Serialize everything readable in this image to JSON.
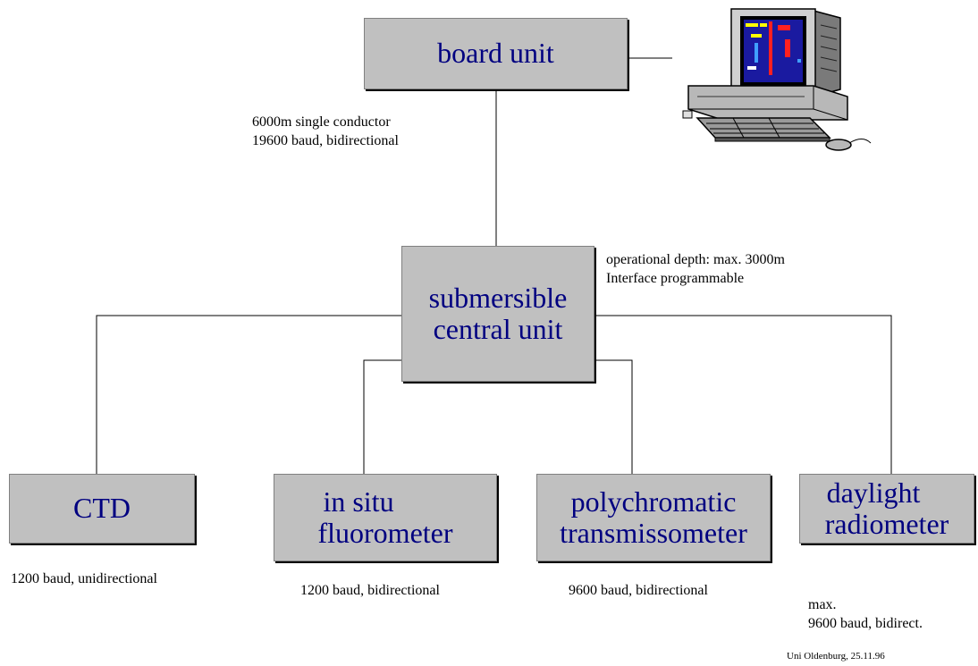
{
  "units": {
    "board": "board unit",
    "central": [
      "submersible",
      "central unit"
    ],
    "ctd": [
      "CTD"
    ],
    "fluorometer": [
      "in situ",
      "fluorometer"
    ],
    "transmissometer": [
      "polychromatic",
      "transmissometer"
    ],
    "radiometer": [
      "daylight",
      "radiometer"
    ]
  },
  "notes": {
    "cable": [
      "6000m single conductor",
      "19600 baud, bidirectional"
    ],
    "central": [
      "operational depth: max. 3000m",
      "Interface programmable"
    ],
    "ctd": "1200 baud, unidirectional",
    "fluorometer": "1200 baud, bidirectional",
    "transmissometer": "9600 baud, bidirectional",
    "radiometer": [
      "max.",
      "9600 baud, bidirect."
    ]
  },
  "footer": "Uni Oldenburg, 25.11.96",
  "icons": {
    "computer": "desktop-computer-icon"
  },
  "colors": {
    "box_fill": "#c0c0c0",
    "box_text": "#000080",
    "line": "#000000"
  }
}
